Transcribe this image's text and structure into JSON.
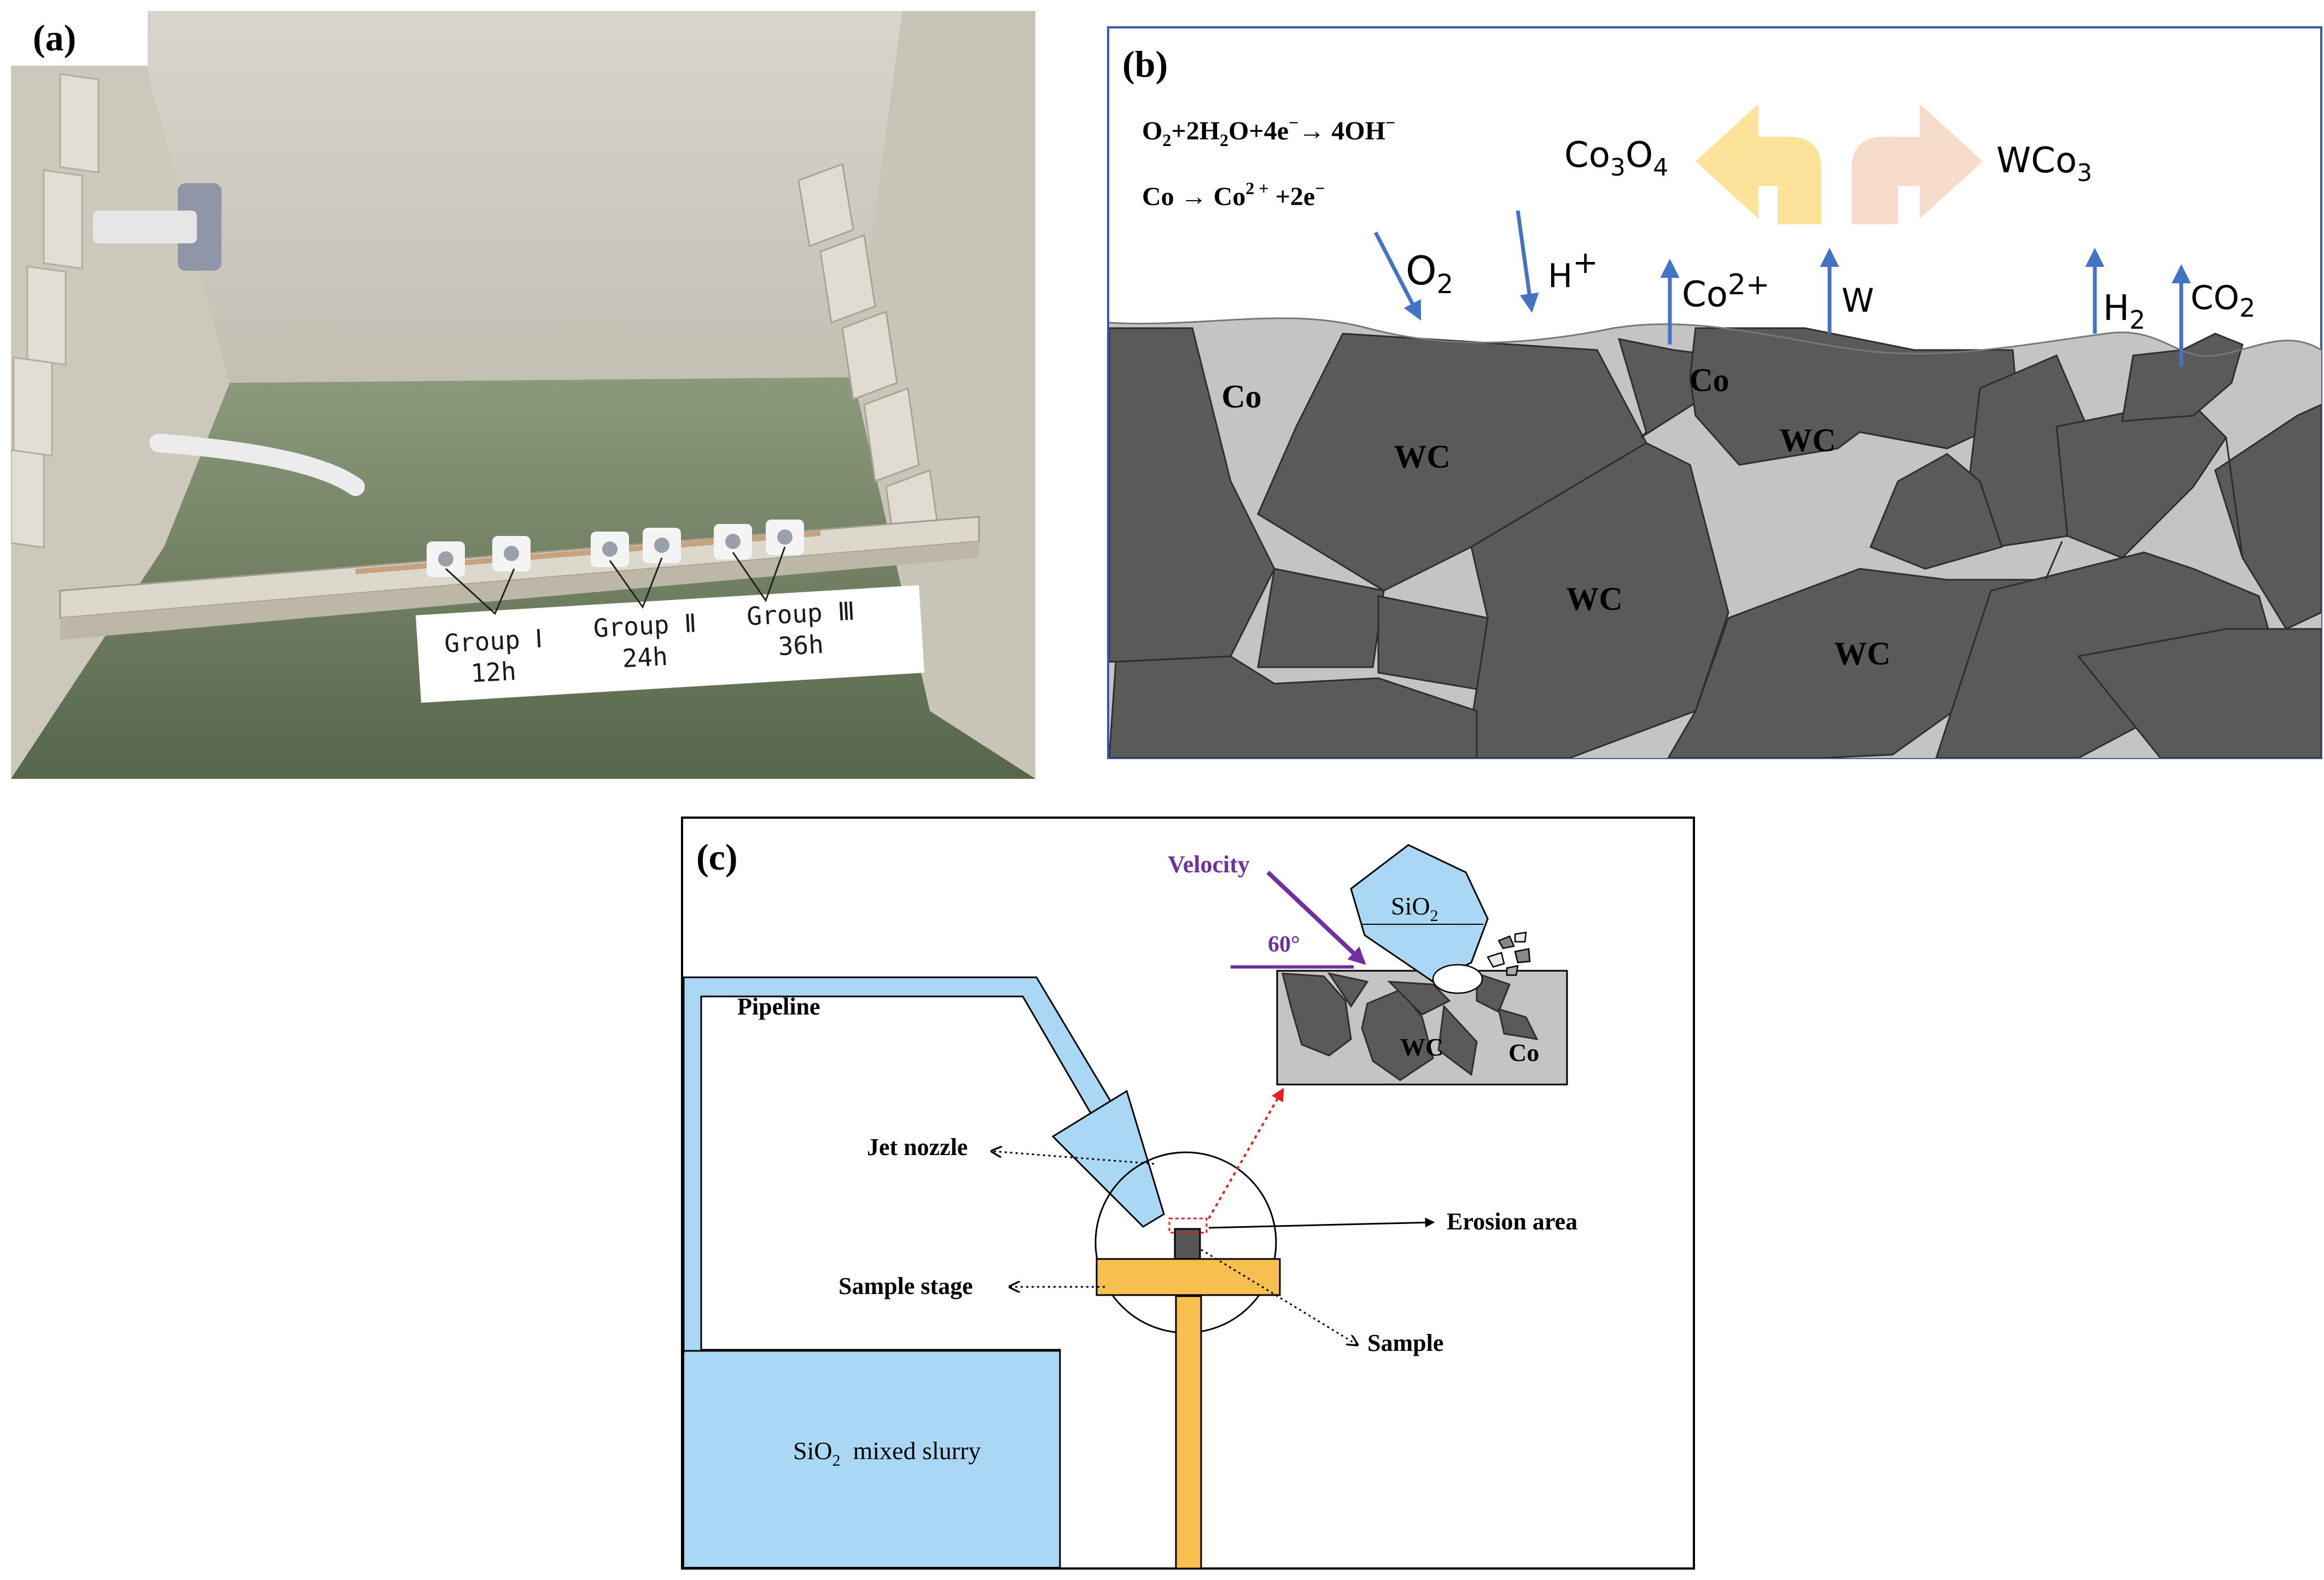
{
  "panel_a": {
    "label": "(a)",
    "groups": [
      {
        "name": "Group Ⅰ",
        "time": "12h"
      },
      {
        "name": "Group Ⅱ",
        "time": "24h"
      },
      {
        "name": "Group Ⅲ",
        "time": "36h"
      }
    ]
  },
  "panel_b": {
    "label": "(b)",
    "eq1": {
      "a": "O",
      "s1": "2",
      "b": "+2H",
      "s2": "2",
      "c": "O+4e",
      "s3": "−",
      "d": "→ 4OH",
      "s4": "−"
    },
    "eq2": {
      "a": "Co → Co",
      "s1": "2 +",
      "b": " +2e",
      "s2": "−"
    },
    "product_left": {
      "a": "Co",
      "s1": "3",
      "b": "O",
      "s2": "4"
    },
    "product_right": {
      "a": "WCo",
      "s1": "3"
    },
    "species": {
      "o2": {
        "a": "O",
        "s": "2"
      },
      "h": {
        "a": "H",
        "s": "+"
      },
      "co": {
        "a": "Co",
        "s": "2+"
      },
      "w": "W",
      "h2": {
        "a": "H",
        "s": "2"
      },
      "co2": {
        "a": "CO",
        "s": "2"
      }
    },
    "region_labels": {
      "co1": "Co",
      "co2": "Co",
      "wc1": "WC",
      "wc2": "WC",
      "wc3": "WC",
      "wc4": "WC"
    }
  },
  "panel_c": {
    "label": "(c)",
    "velocity": "Velocity",
    "angle": "60°",
    "sio2_particle": {
      "a": "SiO",
      "s": "2"
    },
    "inset_wc": "WC",
    "inset_co": "Co",
    "pipeline": "Pipeline",
    "jet_nozzle": "Jet nozzle",
    "erosion_area": "Erosion area",
    "sample_stage": "Sample stage",
    "sample": "Sample",
    "slurry": {
      "a": "SiO",
      "s": "2",
      "b": "  mixed slurry"
    }
  },
  "colors": {
    "wc": "#5a5a5a",
    "co": "#c4c4c4",
    "arrow_blue": "#4472c4",
    "light_blue": "#aad8f4",
    "stage_orange": "#f6bf4f",
    "violet": "#7030a0",
    "co3o4_arrow": "#fde29a",
    "wco3_arrow": "#f8dccb"
  }
}
